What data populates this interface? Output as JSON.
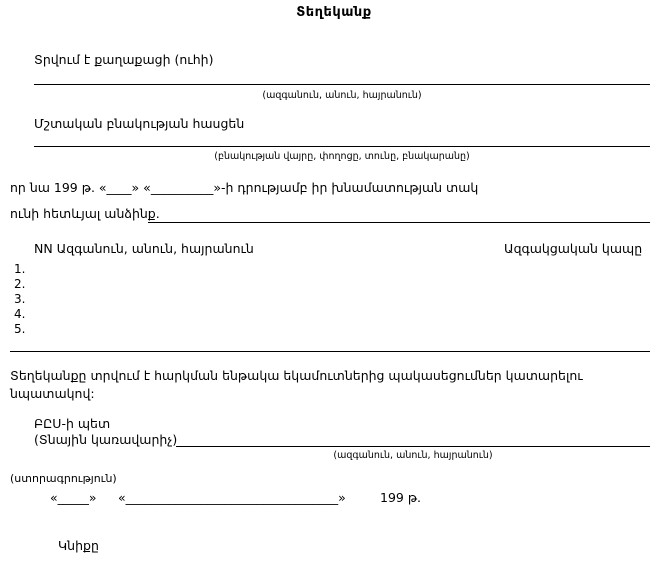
{
  "document": {
    "title": "Տեղեկանք",
    "lines": {
      "issued_to_label": "Տրվում է քաղաքացի (ուհի)",
      "name_caption": "(ազգանուն, անուն, հայրանուն)",
      "address_label": "Մշտական բնակության հասցեն",
      "address_caption": "(բնակության վայրը, փողոցը, տունը, բնակարանը)",
      "date_line": "որ նա 199 թ. «____»  «__________»-ի դրությամբ իր խնամատության տակ",
      "persons_line": "ունի հետևյալ անձինք.",
      "table_header_left": "NN Ազգանուն, անուն, հայրանուն",
      "table_header_right": "Ազգակցական կապը",
      "purpose_line_1": "Տեղեկանքը տրվում է հարկման ենթակա եկամուտներից պակասեցումներ կատարելու",
      "purpose_line_2": "նպատակով:",
      "signer_role_1": "ԲԸՍ-ի պետ",
      "signer_role_2": "(Տնային կառավարիչ)",
      "signature_caption": "(ազգանուն, անուն, հայրանուն)",
      "signature_note": "(ստորագրություն)",
      "date_day_open": "«_____»",
      "date_month": "«__________________________________»",
      "date_year": "199 թ.",
      "seal_label": "Կնիքը"
    },
    "row_numbers": [
      "1.",
      "2.",
      "3.",
      "4.",
      "5."
    ]
  }
}
